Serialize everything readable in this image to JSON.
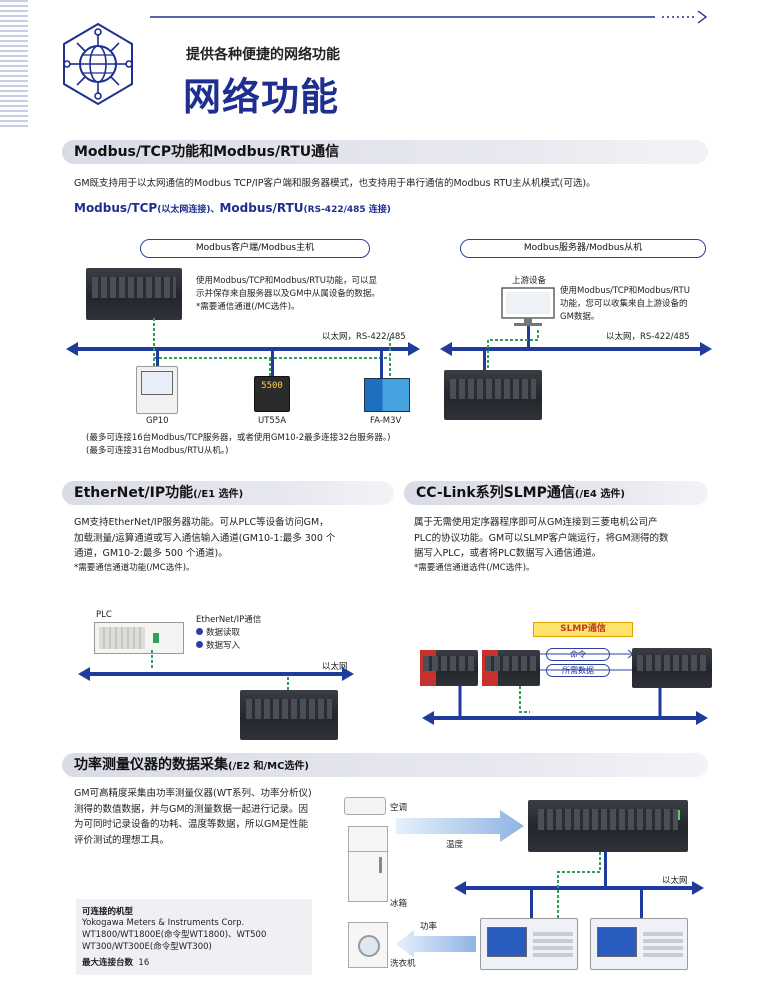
{
  "header": {
    "subtitle": "提供各种便捷的网络功能",
    "title": "网络功能",
    "icon": "globe-network-icon",
    "accent": "#1e2f8f"
  },
  "modbus": {
    "heading": "Modbus/TCP功能和Modbus/RTU通信",
    "intro": "GM既支持用于以太网通信的Modbus TCP/IP客户端和服务器模式，也支持用于串行通信的Modbus RTU主从机模式(可选)。",
    "sub_main": "Modbus/TCP",
    "sub_a": "(以太网连接)、",
    "sub_b": "Modbus/RTU",
    "sub_c": "(RS-422/485 连接)",
    "client_pill": "Modbus客户端/Modbus主机",
    "server_pill": "Modbus服务器/Modbus从机",
    "client_desc_1": "使用Modbus/TCP和Modbus/RTU功能，可以显",
    "client_desc_2": "示并保存来自服务器以及GM中从属设备的数据。",
    "client_desc_3": "*需要通信通道(/MC选件)。",
    "bus_label_left": "以太网，RS-422/485",
    "bus_label_right": "以太网，RS-422/485",
    "upstream_label": "上游设备",
    "server_desc_1": "使用Modbus/TCP和Modbus/RTU",
    "server_desc_2": "功能，您可以收集来自上游设备的",
    "server_desc_3": "GM数据。",
    "device_gp10": "GP10",
    "device_ut55a": "UT55A",
    "device_ut55a_display": "5500",
    "device_fam3v": "FA-M3V",
    "note_1": "(最多可连接16台Modbus/TCP服务器，或者使用GM10-2最多连接32台服务器。)",
    "note_2": "(最多可连接31台Modbus/RTU从机。)"
  },
  "ethernetip": {
    "heading": "EtherNet/IP功能",
    "heading_small": "(/E1 选件)",
    "p1": "GM支持EtherNet/IP服务器功能。可从PLC等设备访问GM，",
    "p2": "加载测量/运算通道或写入通信输入通道(GM10-1:最多 300 个",
    "p3": "通道，GM10-2:最多 500 个通道)。",
    "p4": "*需要通信通道功能(/MC选件)。",
    "plc_label": "PLC",
    "legend_title": "EtherNet/IP通信",
    "legend_read": "数据读取",
    "legend_write": "数据写入",
    "bus_label": "以太网"
  },
  "cclink": {
    "heading": "CC-Link系列SLMP通信",
    "heading_small": "(/E4 选件)",
    "p1": "属于无需使用定序器程序即可从GM连接到三菱电机公司产",
    "p2": "PLC的协议功能。GM可以SLMP客户端运行，将GM测得的数",
    "p3": "据写入PLC，或者将PLC数据写入通信通道。",
    "p4": "*需要通信通道选件(/MC选件)。",
    "slmp_tag": "SLMP通信",
    "cmd_label": "命令",
    "data_label": "所需数据"
  },
  "power": {
    "heading": "功率测量仪器的数据采集",
    "heading_small": "(/E2 和/MC选件)",
    "p1": "GM可高精度采集由功率测量仪器(WT系列、功率分析仪)",
    "p2": "测得的数值数据，并与GM的测量数据一起进行记录。因",
    "p3": "为可同时记录设备的功耗、温度等数据，所以GM是性能",
    "p4": "评价测试的理想工具。",
    "ac_label": "空调",
    "temp_label": "温度",
    "fridge_label": "冰箱",
    "power_label": "功率",
    "washer_label": "洗衣机",
    "bus_label": "以太网",
    "models_heading": "可连接的机型",
    "models_1": "Yokogawa Meters & Instruments Corp.",
    "models_2": "WT1800/WT1800E(命令型WT1800)、WT500",
    "models_3": "WT300/WT300E(命令型WT300)",
    "max_label": "最大连接台数",
    "max_value": "16"
  }
}
